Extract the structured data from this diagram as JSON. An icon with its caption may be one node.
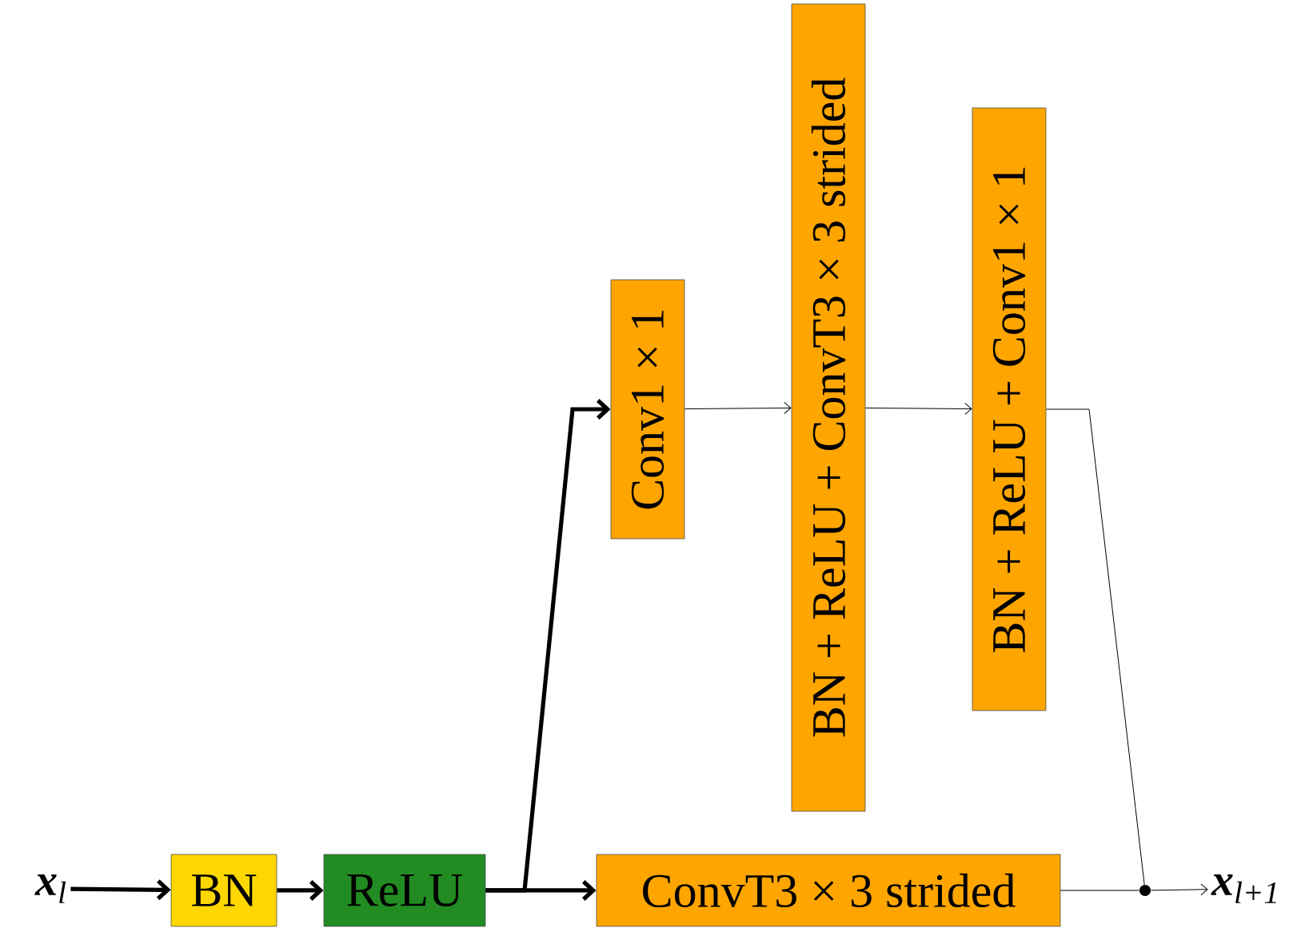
{
  "diagram": {
    "nodes": [
      {
        "text": [
          "**x**$_{l}$"
        ]
      },
      {
        "text": [
          "BN"
        ]
      },
      {
        "text": [
          "ReLU"
        ]
      },
      {
        "text": [
          "Conv1 × 1"
        ]
      },
      {
        "text": [
          "BN + ReLU + ConvT3 × 3 strided"
        ]
      },
      {
        "text": [
          "BN + ReLU + Conv1 × 1"
        ]
      },
      {
        "text": [
          "ConvT3 × 3 strided"
        ]
      },
      {
        "text": [],
        "shape": "circle"
      },
      {
        "text": [
          "**x**$_{l+1}$"
        ]
      }
    ],
    "edges": [
      {
        "from": 0,
        "to": 1,
        "arrow": "to",
        "style": "thick"
      },
      {
        "from": 1,
        "to": 2,
        "arrow": "to",
        "style": "thick"
      },
      {
        "from": 2,
        "to": 3,
        "arrow": "to",
        "style": "thick"
      },
      {
        "from": 2,
        "to": 6,
        "arrow": "to",
        "style": "thick"
      },
      {
        "from": 3,
        "to": 4,
        "arrow": "to"
      },
      {
        "from": 4,
        "to": 5,
        "arrow": "to"
      },
      {
        "from": 5,
        "to": 7,
        "arrow": "none"
      },
      {
        "from": 6,
        "to": 7,
        "arrow": "none"
      },
      {
        "from": 7,
        "to": 8,
        "arrow": "to"
      }
    ]
  }
}
